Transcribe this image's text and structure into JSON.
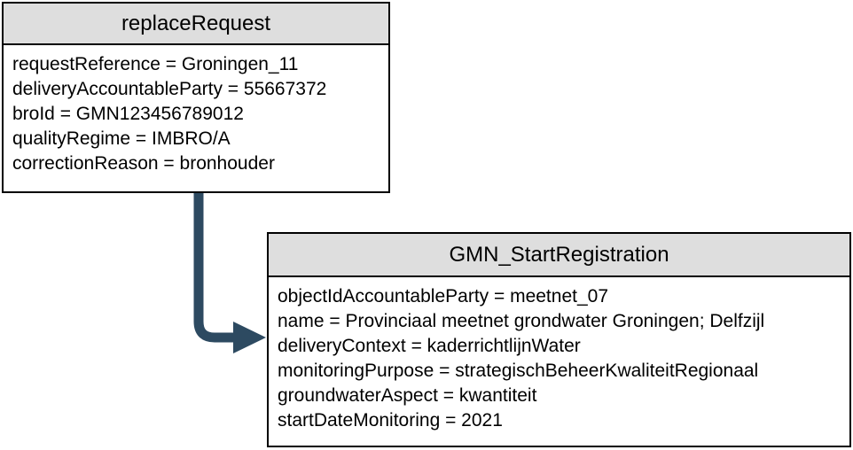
{
  "diagram": {
    "colors": {
      "arrow": "#2d4a61",
      "header_bg": "#dedede",
      "border": "#000000"
    },
    "box1": {
      "title": "replaceRequest",
      "fields": [
        "requestReference = Groningen_11",
        "deliveryAccountableParty = 55667372",
        "broId = GMN123456789012",
        "qualityRegime = IMBRO/A",
        "correctionReason = bronhouder"
      ]
    },
    "box2": {
      "title": "GMN_StartRegistration",
      "fields": [
        "objectIdAccountableParty = meetnet_07",
        "name = Provinciaal meetnet grondwater Groningen; Delfzijl",
        "deliveryContext = kaderrichtlijnWater",
        "monitoringPurpose = strategischBeheerKwaliteitRegionaal",
        "groundwaterAspect = kwantiteit",
        "startDateMonitoring = 2021"
      ]
    }
  }
}
